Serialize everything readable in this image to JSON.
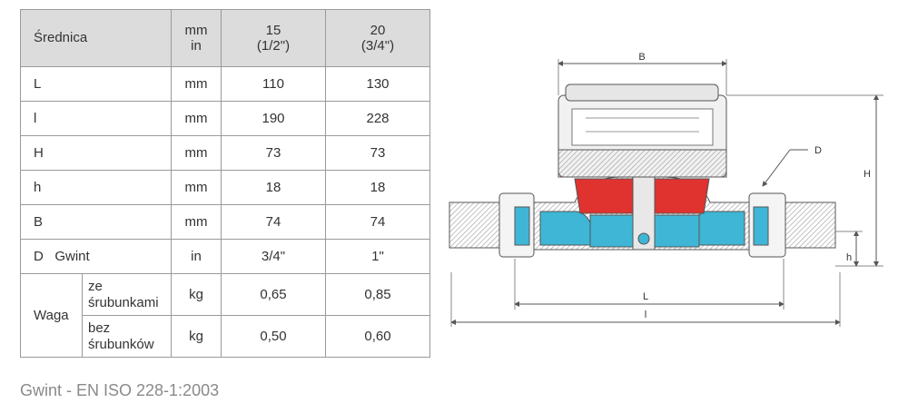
{
  "table": {
    "header": {
      "label": "Średnica",
      "unit_mm": "mm",
      "unit_in": "in",
      "size1": "15",
      "size1_in": "(1/2\")",
      "size2": "20",
      "size2_in": "(3/4\")"
    },
    "rows": [
      {
        "param": "L",
        "unit": "mm",
        "v15": "110",
        "v20": "130"
      },
      {
        "param": "l",
        "unit": "mm",
        "v15": "190",
        "v20": "228"
      },
      {
        "param": "H",
        "unit": "mm",
        "v15": "73",
        "v20": "73"
      },
      {
        "param": "h",
        "unit": "mm",
        "v15": "18",
        "v20": "18"
      },
      {
        "param": "B",
        "unit": "mm",
        "v15": "74",
        "v20": "74"
      },
      {
        "param": "D   Gwint",
        "unit": "in",
        "v15": "3/4\"",
        "v20": "1\""
      }
    ],
    "weight": {
      "label": "Waga",
      "rows": [
        {
          "sub": "ze śrubunkami",
          "unit": "kg",
          "v15": "0,65",
          "v20": "0,85"
        },
        {
          "sub": "bez śrubunków",
          "unit": "kg",
          "v15": "0,50",
          "v20": "0,60"
        }
      ]
    }
  },
  "footnote": "Gwint - EN ISO 228-1:2003",
  "diagram": {
    "labels": {
      "B": "B",
      "D": "D",
      "H": "H",
      "h": "h",
      "L": "L",
      "l": "l"
    },
    "colors": {
      "red": "#e0322e",
      "blue": "#3fb6d6",
      "gray": "#555555",
      "hatch": "#9a9a9a"
    }
  }
}
